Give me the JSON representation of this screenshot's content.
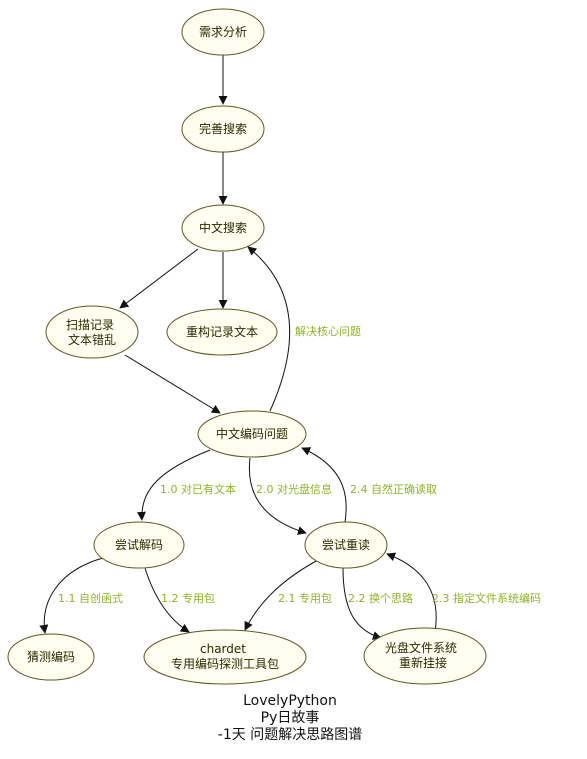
{
  "nodes": {
    "requirements": "需求分析",
    "improve_search": "完善搜索",
    "chinese_search": "中文搜索",
    "scan_records_line1": "扫描记录",
    "scan_records_line2": "文本错乱",
    "rebuild_text": "重构记录文本",
    "encoding_problem": "中文编码问题",
    "try_decode": "尝试解码",
    "try_reread": "尝试重读",
    "guess_encoding": "猜测编码",
    "chardet_line1": "chardet",
    "chardet_line2": "专用编码探测工具包",
    "disc_fs_line1": "光盘文件系统",
    "disc_fs_line2": "重新挂接"
  },
  "edge_labels": {
    "core_problem": "解决核心问题",
    "existing_text": "1.0 对已有文本",
    "disc_info": "2.0 对光盘信息",
    "correct_read": "2.4 自然正确读取",
    "own_function": "1.1 自创函式",
    "package_1": "1.2 专用包",
    "package_2": "2.1 专用包",
    "another_idea": "2.2 换个思路",
    "specify_fs": "2.3 指定文件系统编码"
  },
  "caption": {
    "line1": "LovelyPython",
    "line2": "Py日故事",
    "line3": "-1天 问题解决思路图谱"
  },
  "colors": {
    "node_fill": "#fefdf0",
    "node_stroke": "#5a5a22",
    "edge_label": "#8fb324"
  }
}
